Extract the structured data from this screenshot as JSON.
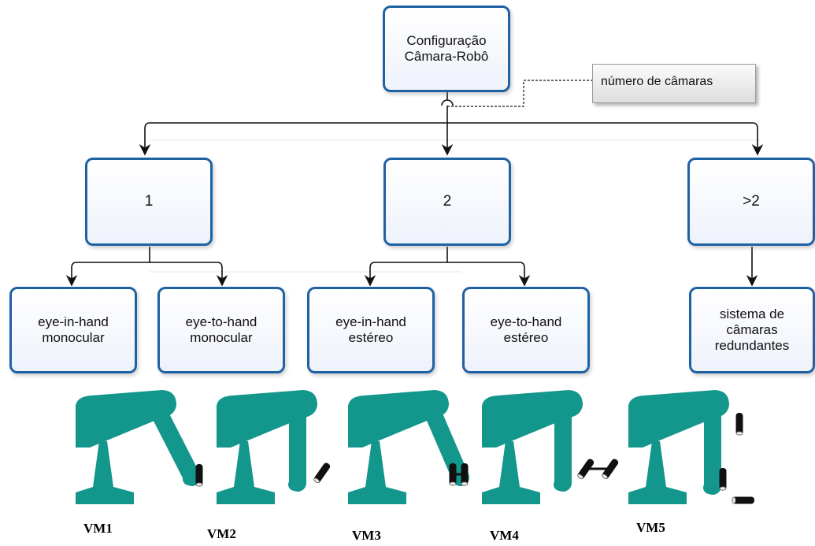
{
  "diagram": {
    "root": {
      "label": "Configuração\nCâmara-Robô"
    },
    "note": {
      "label": "número de câmaras"
    },
    "level1": [
      {
        "label": "1"
      },
      {
        "label": "2"
      },
      {
        "label": ">2"
      }
    ],
    "level2": [
      {
        "label": "eye-in-hand\nmonocular"
      },
      {
        "label": "eye-to-hand\nmonocular"
      },
      {
        "label": "eye-in-hand\nestéreo"
      },
      {
        "label": "eye-to-hand\nestéreo"
      },
      {
        "label": "sistema de\ncâmaras\nredundantes"
      }
    ]
  },
  "robots": [
    {
      "label": "VM1"
    },
    {
      "label": "VM2"
    },
    {
      "label": "VM3"
    },
    {
      "label": "VM4"
    },
    {
      "label": "VM5"
    }
  ],
  "colors": {
    "node_border": "#1e62a4",
    "robot": "#13968c",
    "camera": "#111111",
    "connector": "#111111"
  }
}
